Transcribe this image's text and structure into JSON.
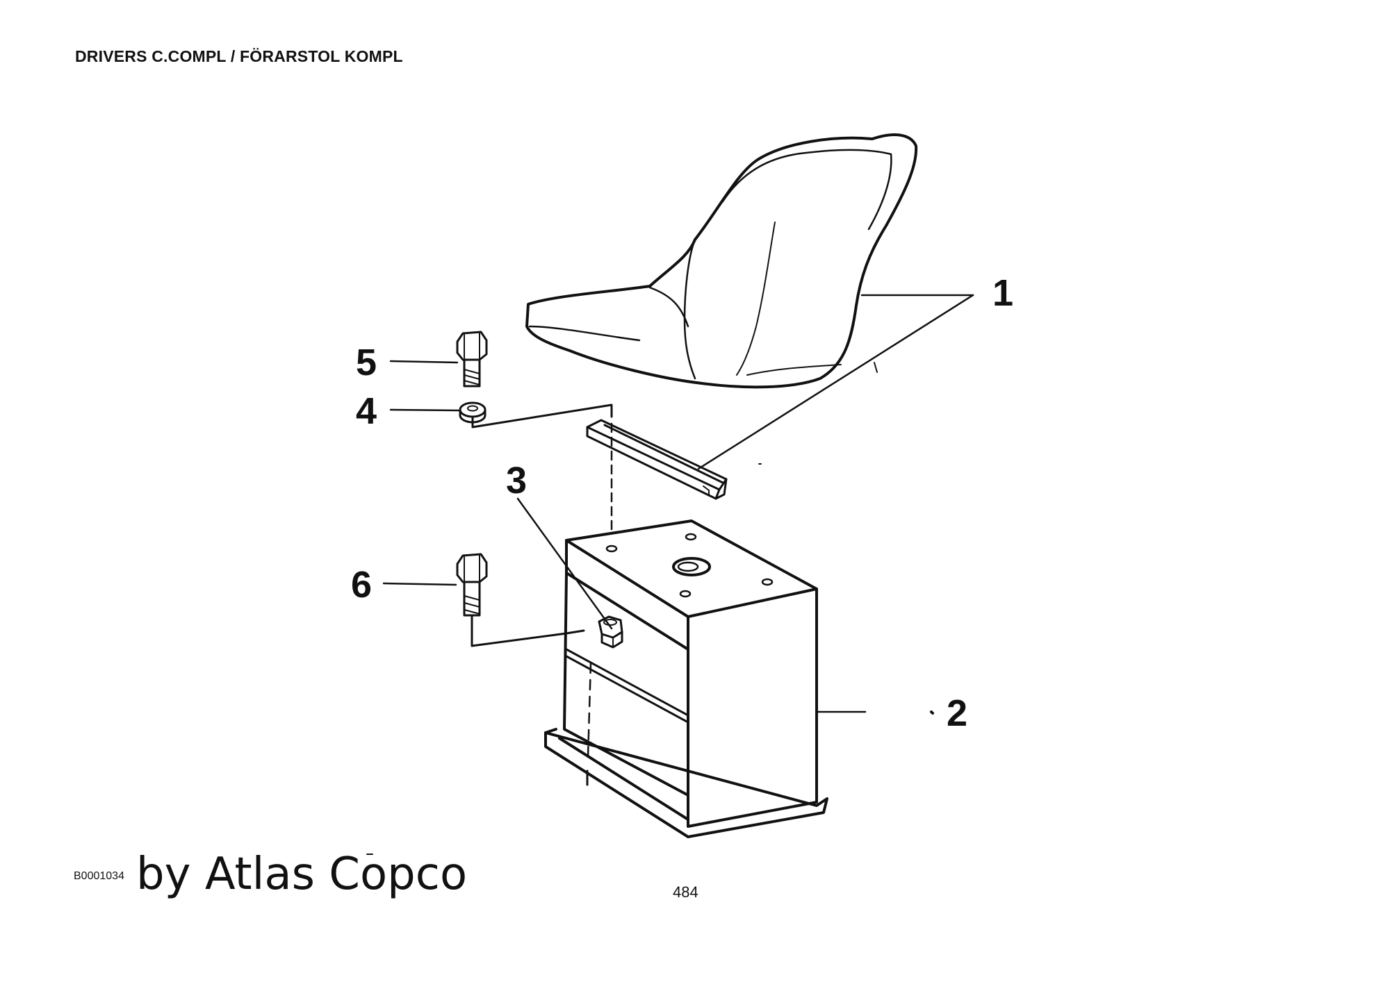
{
  "header": {
    "title": "DRIVERS C.COMPL / FÖRARSTOL KOMPL"
  },
  "callouts": [
    {
      "id": "1",
      "label": "1",
      "part": "seat"
    },
    {
      "id": "2",
      "label": "2",
      "part": "seat-box"
    },
    {
      "id": "3",
      "label": "3",
      "part": "nut"
    },
    {
      "id": "4",
      "label": "4",
      "part": "washer"
    },
    {
      "id": "5",
      "label": "5",
      "part": "bolt"
    },
    {
      "id": "6",
      "label": "6",
      "part": "bolt"
    }
  ],
  "footer": {
    "drawing_code": "B0001034",
    "credit": "by Atlas Copco",
    "page_number": "484"
  }
}
